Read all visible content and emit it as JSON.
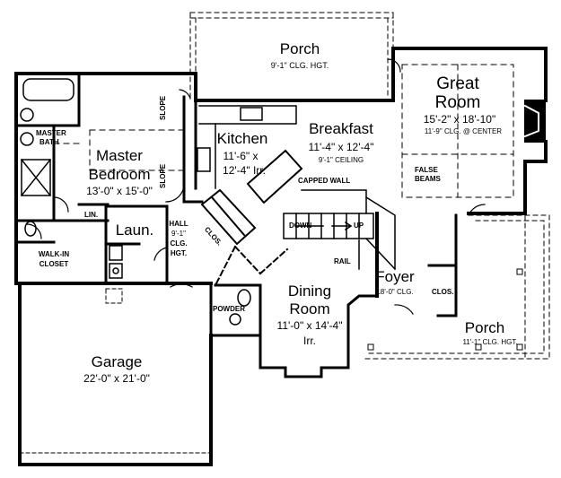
{
  "rooms": {
    "porch_top": {
      "name": "Porch",
      "note": "9'-1\" CLG. HGT."
    },
    "great_room": {
      "name_1": "Great",
      "name_2": "Room",
      "size": "15'-2\" x 18'-10\"",
      "note": "11'-9\" CLG. @ CENTER"
    },
    "false_beams": {
      "line_1": "FALSE",
      "line_2": "BEAMS"
    },
    "master_bath": {
      "line_1": "MASTER",
      "line_2": "BATH"
    },
    "master_bedroom": {
      "name_1": "Master",
      "name_2": "Bedroom",
      "size": "13'-0\" x 15'-0\""
    },
    "kitchen": {
      "name": "Kitchen",
      "size_1": "11'-6\" x",
      "size_2": "12'-4\" Irr."
    },
    "breakfast": {
      "name": "Breakfast",
      "size": "11'-4\" x 12'-4\"",
      "note": "9'-1\" CEILING"
    },
    "capped_wall": "CAPPED WALL",
    "slope_1": "SLOPE",
    "slope_2": "SLOPE",
    "lin": "LIN.",
    "laundry": "Laun.",
    "hall": {
      "line_1": "HALL",
      "line_2": "9'-1\"",
      "line_3": "CLG.",
      "line_4": "HGT."
    },
    "clos_kitchen": "CLOS.",
    "walk_in_closet": {
      "line_1": "WALK-IN",
      "line_2": "CLOSET"
    },
    "down": "DOWN",
    "up": "UP",
    "rail": "RAIL",
    "foyer": {
      "name": "Foyer",
      "note": "18'-0\" CLG."
    },
    "clos_foyer": "CLOS.",
    "powder": "POWDER",
    "dining": {
      "name_1": "Dining",
      "name_2": "Room",
      "size_1": "11'-0\" x 14'-4\"",
      "size_2": "Irr."
    },
    "porch_front": {
      "name": "Porch",
      "note": "11'-1\" CLG. HGT."
    },
    "garage": {
      "name": "Garage",
      "size": "22'-0\" x 21'-0\""
    }
  }
}
